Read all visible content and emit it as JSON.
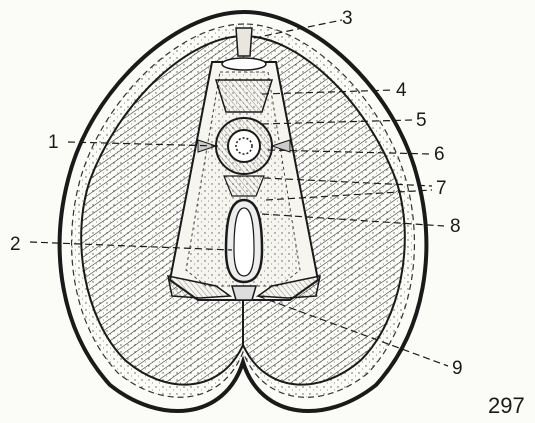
{
  "labels": {
    "l1": "1",
    "l2": "2",
    "l3": "3",
    "l4": "4",
    "l5": "5",
    "l6": "6",
    "l7": "7",
    "l8": "8",
    "l9": "9"
  },
  "page_number": "297",
  "colors": {
    "ink": "#1a1a1a",
    "paper": "#fbfbf8"
  }
}
